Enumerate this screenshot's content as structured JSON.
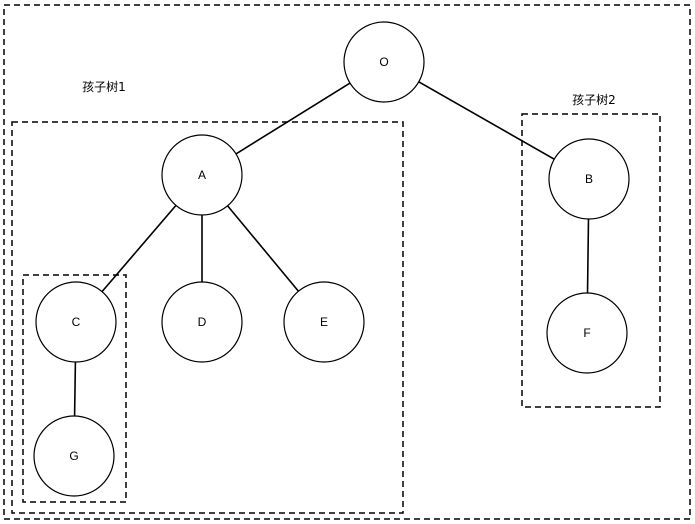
{
  "diagram": {
    "nodes": [
      {
        "id": "O",
        "label": "O"
      },
      {
        "id": "A",
        "label": "A"
      },
      {
        "id": "B",
        "label": "B"
      },
      {
        "id": "C",
        "label": "C"
      },
      {
        "id": "D",
        "label": "D"
      },
      {
        "id": "E",
        "label": "E"
      },
      {
        "id": "F",
        "label": "F"
      },
      {
        "id": "G",
        "label": "G"
      }
    ],
    "edges": [
      {
        "from": "O",
        "to": "A"
      },
      {
        "from": "O",
        "to": "B"
      },
      {
        "from": "A",
        "to": "C"
      },
      {
        "from": "A",
        "to": "D"
      },
      {
        "from": "A",
        "to": "E"
      },
      {
        "from": "B",
        "to": "F"
      },
      {
        "from": "C",
        "to": "G"
      }
    ],
    "groups": [
      {
        "id": "subtree1",
        "label": "孩子树1"
      },
      {
        "id": "subtree2",
        "label": "孩子树2"
      }
    ]
  }
}
